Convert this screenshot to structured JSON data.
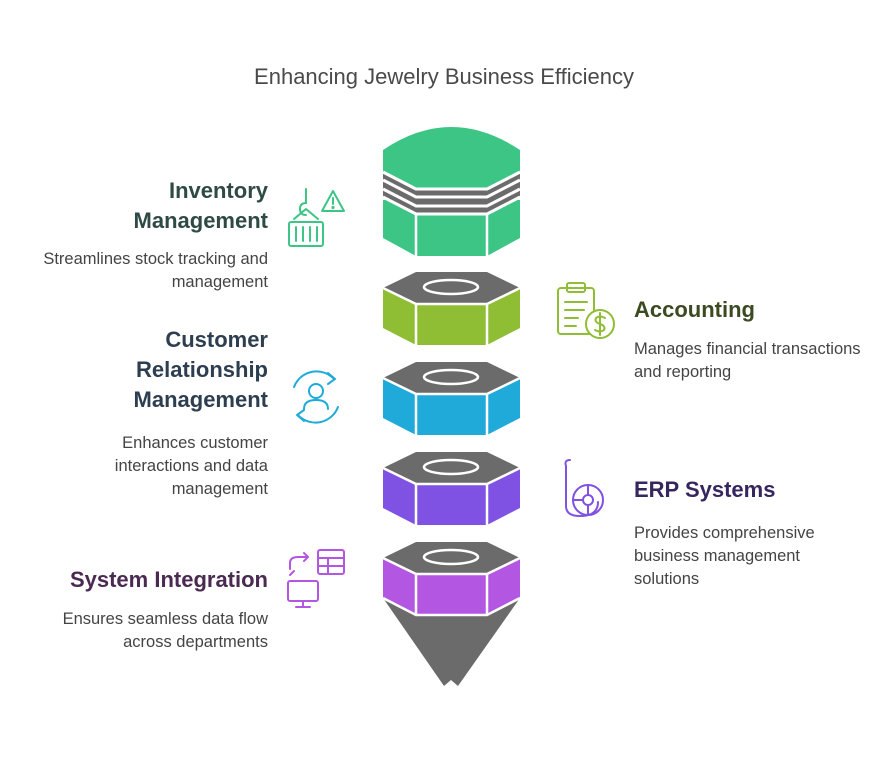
{
  "title": "Enhancing Jewelry Business Efficiency",
  "colors": {
    "inventory": "#3dc585",
    "accounting": "#8fbd33",
    "crm": "#1faad9",
    "erp": "#8052e3",
    "integration": "#b357e3",
    "cap": "#6b6b6b"
  },
  "items": [
    {
      "heading": "Inventory Management",
      "description": "Streamlines stock tracking and management",
      "side": "left",
      "icon": "crane-warning-icon"
    },
    {
      "heading": "Accounting",
      "description": "Manages financial transactions and reporting",
      "side": "right",
      "icon": "clipboard-dollar-icon"
    },
    {
      "heading": "Customer Relationship Management",
      "description": "Enhances customer interactions and data management",
      "side": "left",
      "icon": "user-refresh-icon"
    },
    {
      "heading": "ERP Systems",
      "description": "Provides comprehensive business management solutions",
      "side": "right",
      "icon": "erp-icon"
    },
    {
      "heading": "System Integration",
      "description": "Ensures seamless data flow across departments",
      "side": "left",
      "icon": "integration-icon"
    }
  ]
}
